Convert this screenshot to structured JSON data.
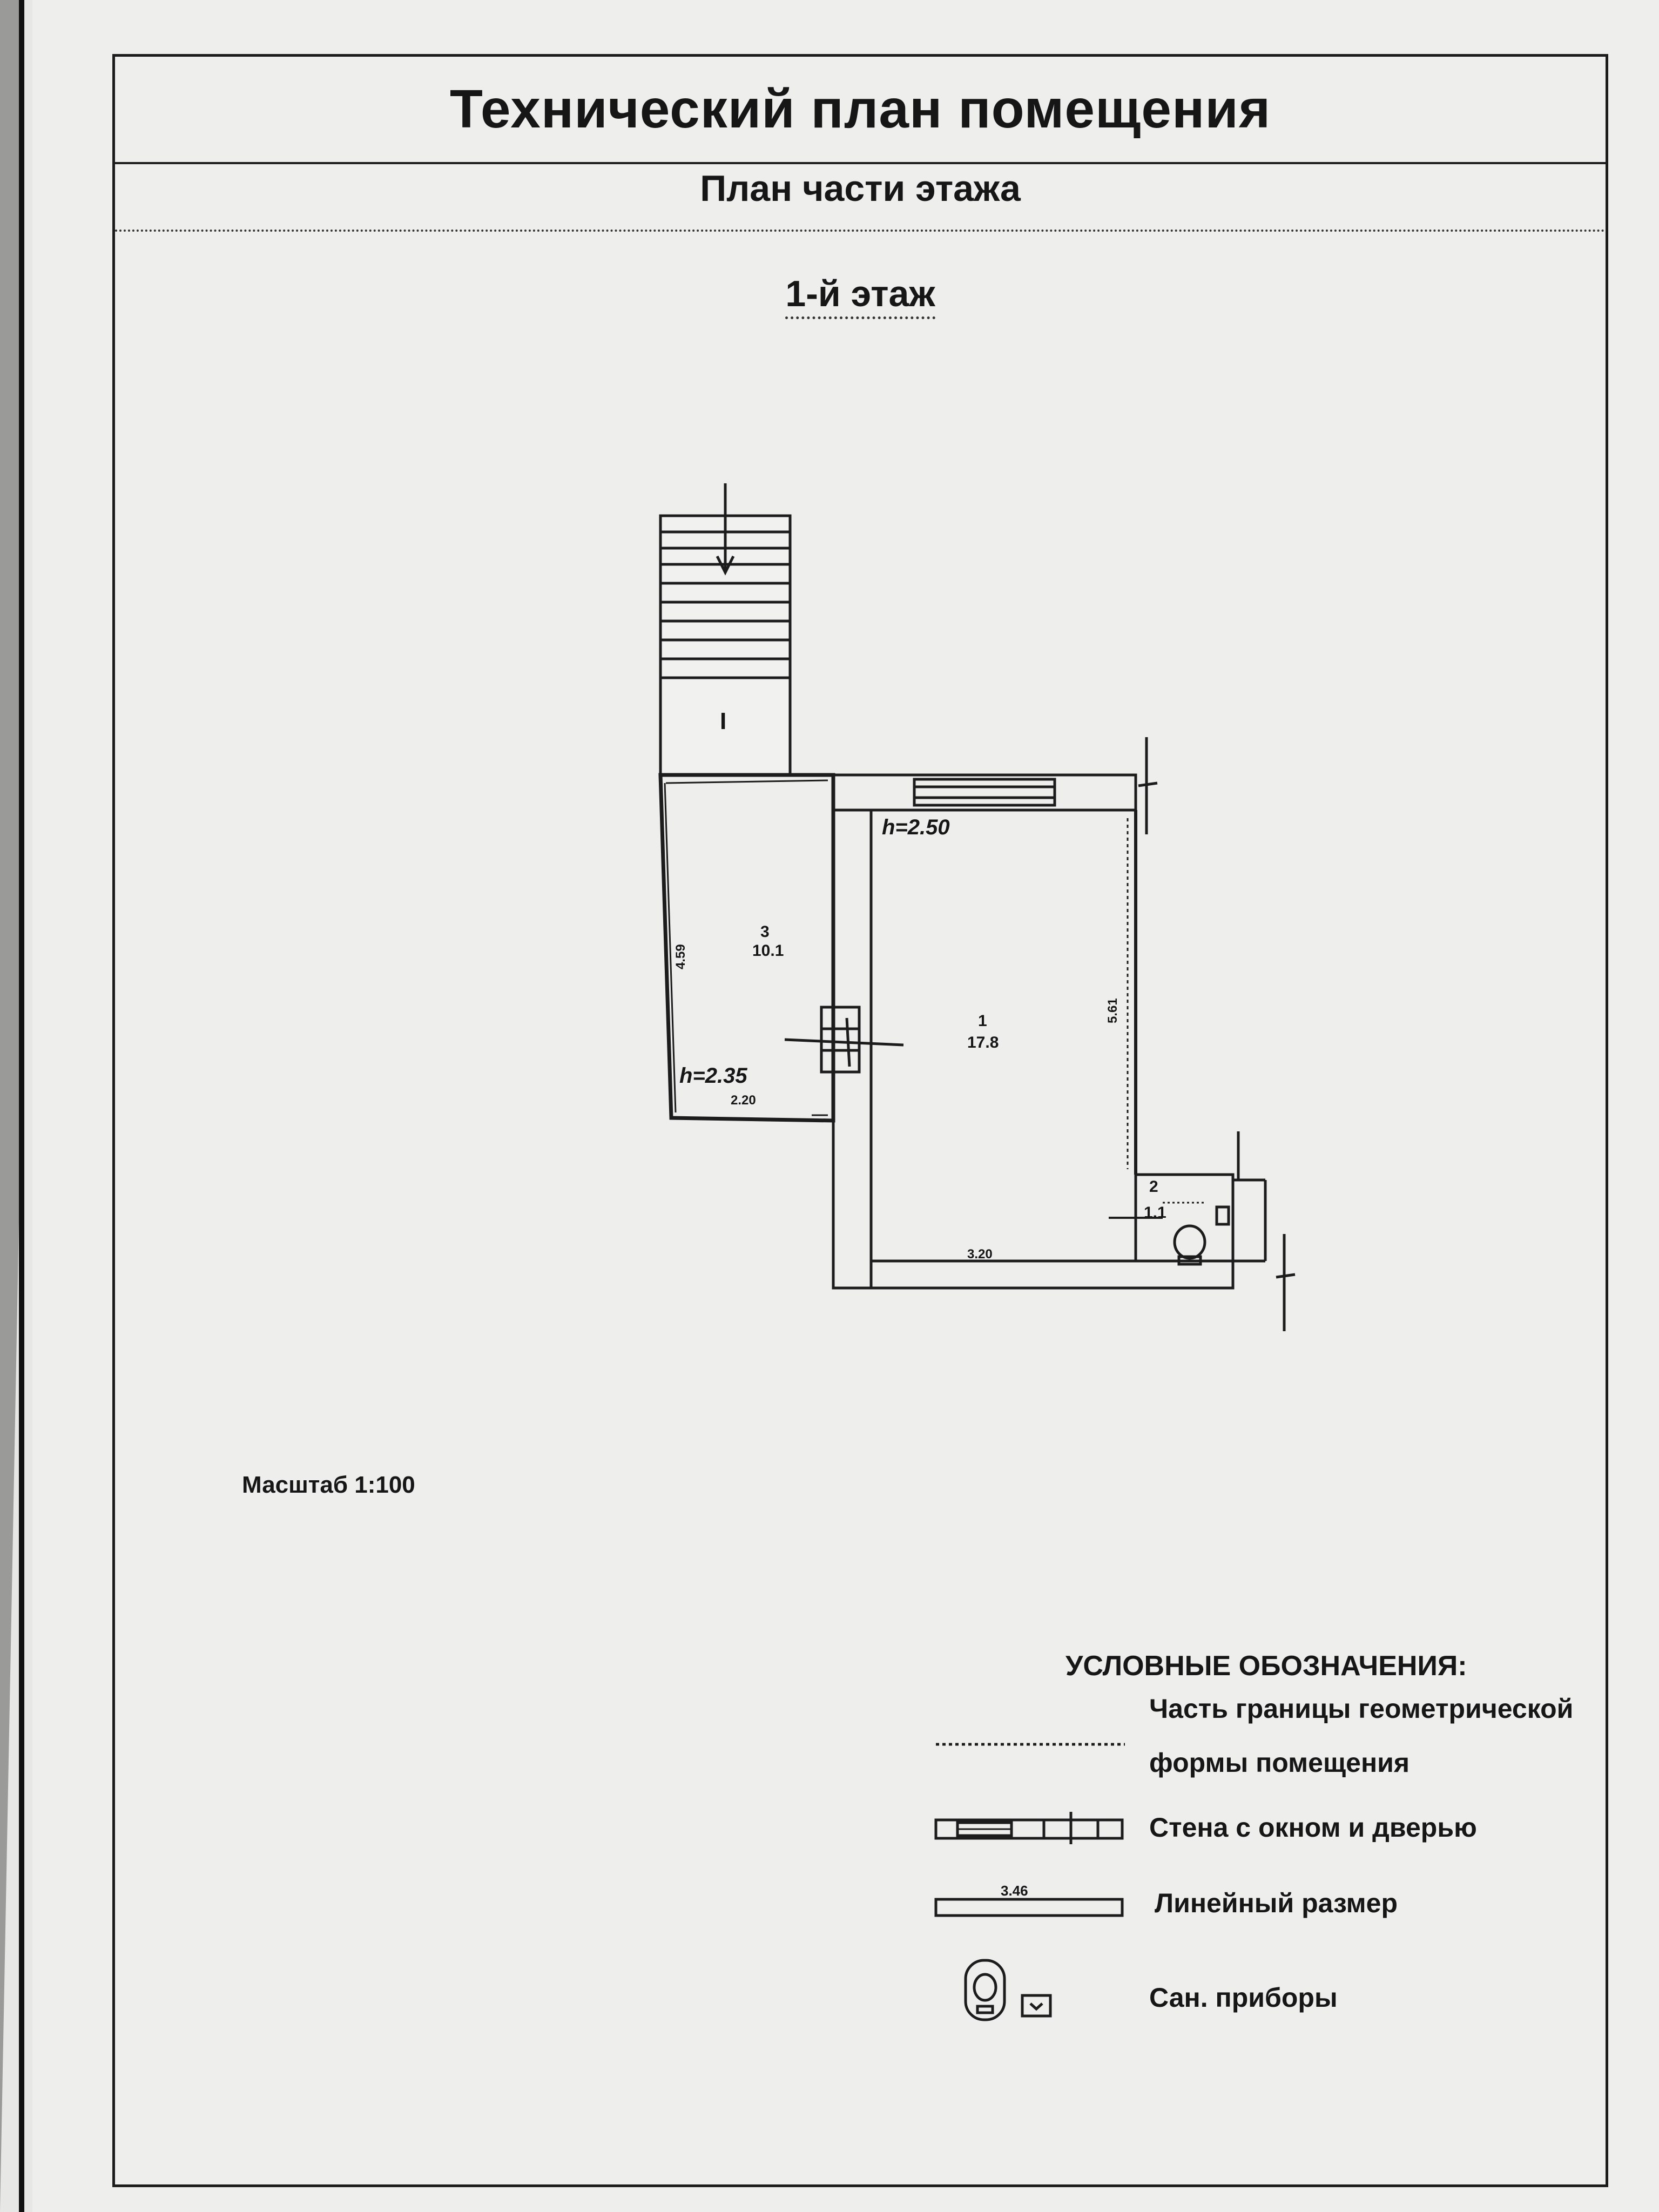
{
  "document": {
    "title": "Технический план помещения",
    "subtitle": "План  части этажа",
    "floor": "1-й этаж",
    "scale": "Масштаб 1:100"
  },
  "plan": {
    "stair_label": "I",
    "room1": {
      "number": "1",
      "area": "17.8"
    },
    "room2": {
      "number": "2",
      "area": "1.1"
    },
    "room3": {
      "number": "3",
      "area": "10.1"
    },
    "height_main": "h=2.50",
    "height_room3": "h=2.35",
    "dim_room3_width": "2.20",
    "dim_room3_height": "4.59",
    "dim_room1_width": "3.20",
    "dim_room1_height": "5.61"
  },
  "legend": {
    "title": "УСЛОВНЫЕ ОБОЗНАЧЕНИЯ:",
    "boundary_line1": "Часть границы геометрической",
    "boundary_line2": "формы помещения",
    "wall": "Стена с окном и дверью",
    "dimension_sample": "3.46",
    "dimension": "Линейный размер",
    "sanitary": "Сан. приборы"
  }
}
